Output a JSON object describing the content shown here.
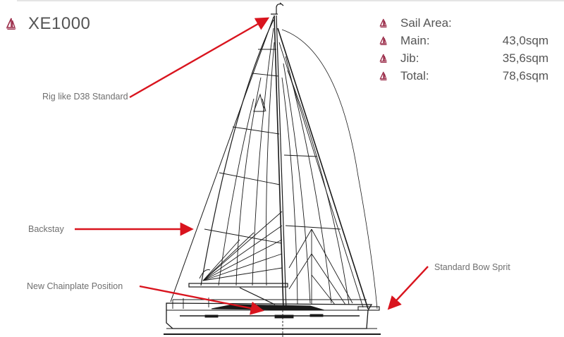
{
  "header": {
    "title": "XE1000",
    "logo_icon": "sailboat-logo-icon"
  },
  "sail_area": {
    "heading": "Sail Area:",
    "rows": [
      {
        "label": "Main:",
        "value": "43,0sqm"
      },
      {
        "label": "Jib:",
        "value": "35,6sqm"
      },
      {
        "label": "Total:",
        "value": "78,6sqm"
      }
    ]
  },
  "callouts": [
    {
      "id": "rig",
      "text": "Rig like D38 Standard"
    },
    {
      "id": "backstay",
      "text": "Backstay"
    },
    {
      "id": "chainplate",
      "text": "New Chainplate Position"
    },
    {
      "id": "bowsprit",
      "text": "Standard Bow Sprit"
    }
  ],
  "colors": {
    "accent_logo": "#9b2d4a",
    "arrow": "#d9141e",
    "text": "#555555",
    "callout_text": "#6f6f6f",
    "line": "#1a1a1a"
  }
}
